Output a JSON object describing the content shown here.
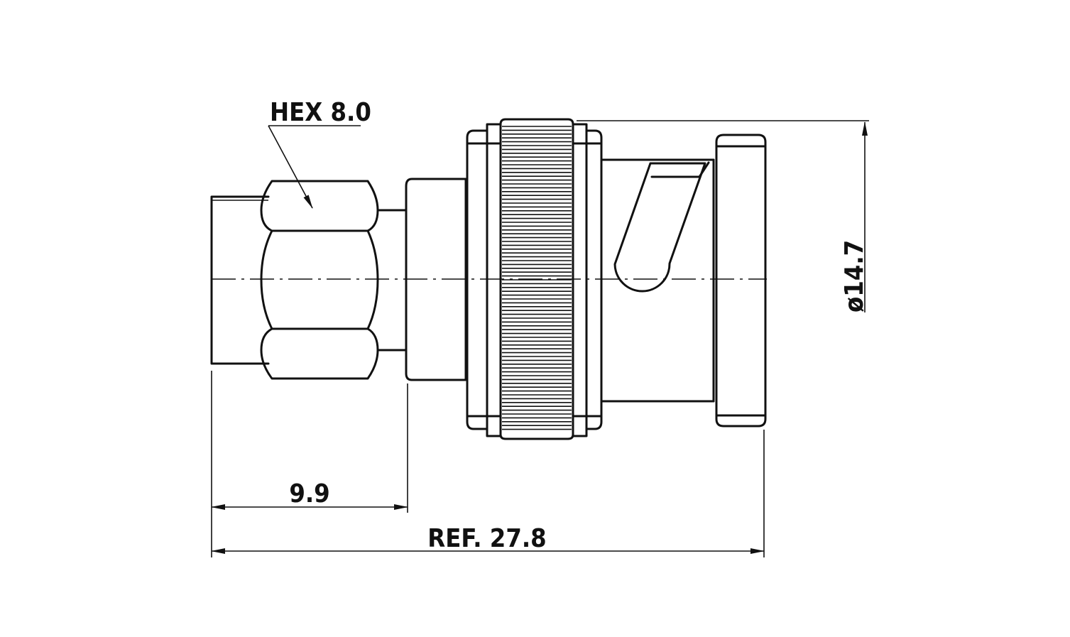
{
  "diagram": {
    "labels": {
      "hex": "HEX 8.0",
      "length_short": "9.9",
      "length_total": "REF. 27.8",
      "diameter": "ø14.7"
    }
  }
}
